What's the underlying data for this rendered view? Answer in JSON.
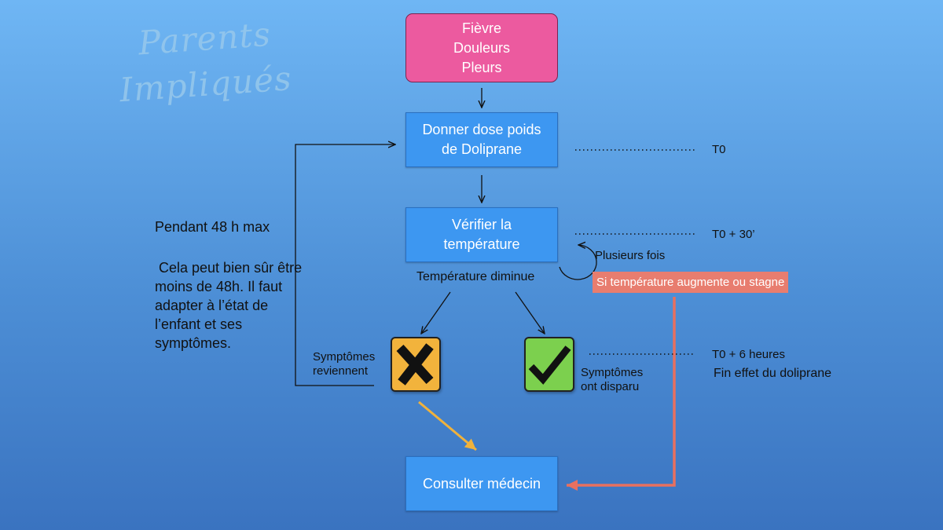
{
  "watermark": {
    "line1": "Parents",
    "line2": "Impliqués"
  },
  "nodes": {
    "start": {
      "lines": [
        "Fièvre",
        "Douleurs",
        "Pleurs"
      ]
    },
    "dose": {
      "lines": [
        "Donner dose poids",
        "de Doliprane"
      ]
    },
    "verify": {
      "lines": [
        "Vérifier la",
        "température"
      ]
    },
    "consult": {
      "lines": [
        "Consulter médecin"
      ]
    }
  },
  "labels": {
    "temp_decrease": "Température diminue",
    "several_times": "Plusieurs fois",
    "temp_increase": "Si température augmente ou stagne",
    "symptoms_return": [
      "Symptômes",
      "reviennent"
    ],
    "symptoms_gone": [
      "Symptômes",
      "ont disparu"
    ]
  },
  "timeline": {
    "t0": "T0",
    "t30": "T0 + 30’",
    "t6h": "T0 + 6 heures",
    "end_effect": "Fin effet du doliprane"
  },
  "side_note": {
    "duration": "Pendant 48 h max",
    "text": "Cela peut bien sûr être moins de 48h. Il faut adapter à l’état de l’enfant et ses symptômes."
  },
  "colors": {
    "box_blue": "#3d97f1",
    "box_pink": "#ec5a9f",
    "alert_badge": "#e87d6f",
    "cross_tile": "#f2b33c",
    "check_tile": "#7cd04e",
    "arrow_orange": "#f0b23c",
    "arrow_red": "#e8705f"
  },
  "icons": {
    "cross": "cross-mark-icon",
    "check": "check-mark-icon"
  }
}
